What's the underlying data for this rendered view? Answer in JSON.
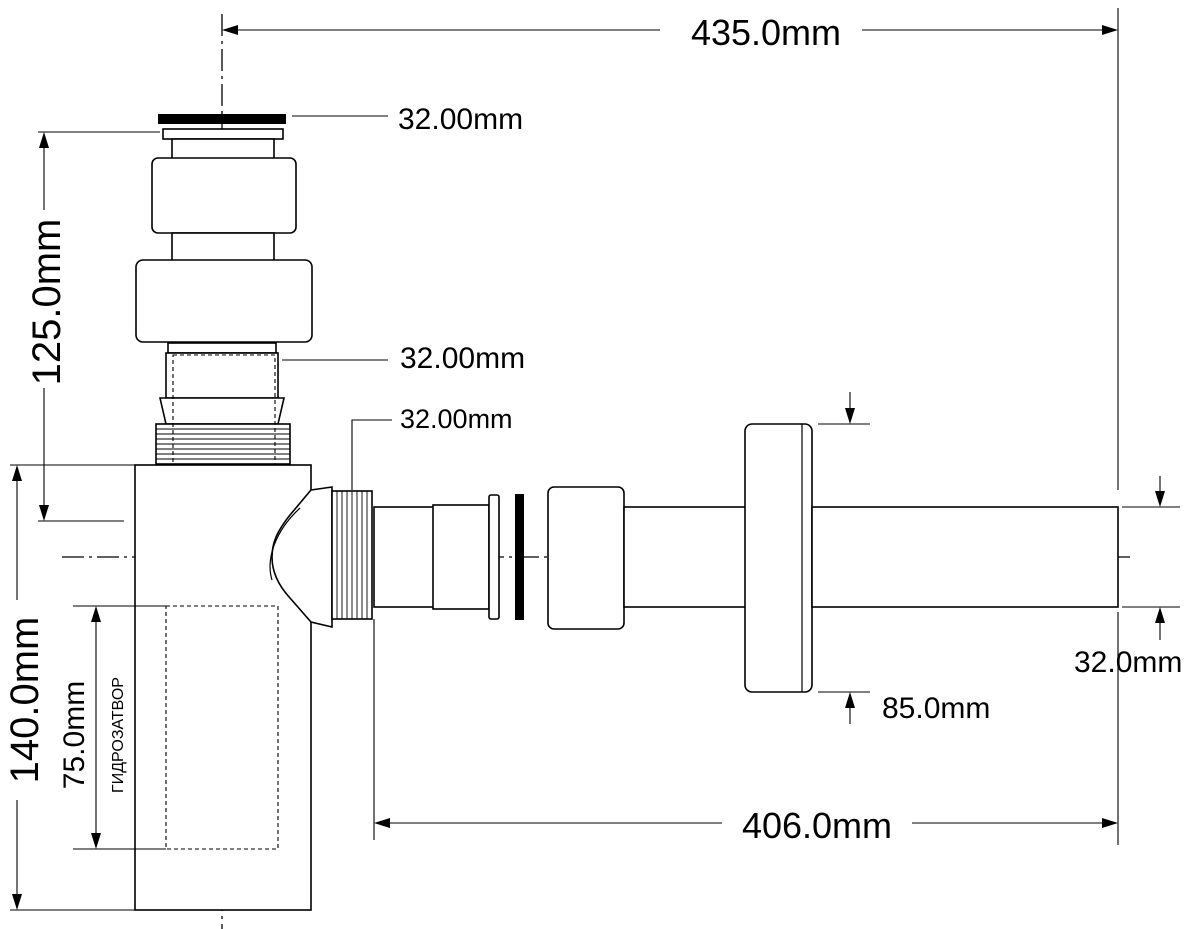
{
  "diagram": {
    "dimensions": {
      "total_length": "435.0mm",
      "top_inlet_diameter": "32.00mm",
      "middle_pipe_diameter": "32.00mm",
      "side_thread_diameter": "32.00mm",
      "upper_height": "125.0mm",
      "body_height": "140.0mm",
      "water_seal_height": "75.0mm",
      "water_seal_label": "ГИДРОЗАТВОР",
      "outlet_pipe_diameter": "32.0mm",
      "wall_flange_diameter": "85.0mm",
      "outlet_pipe_length": "406.0mm"
    }
  }
}
